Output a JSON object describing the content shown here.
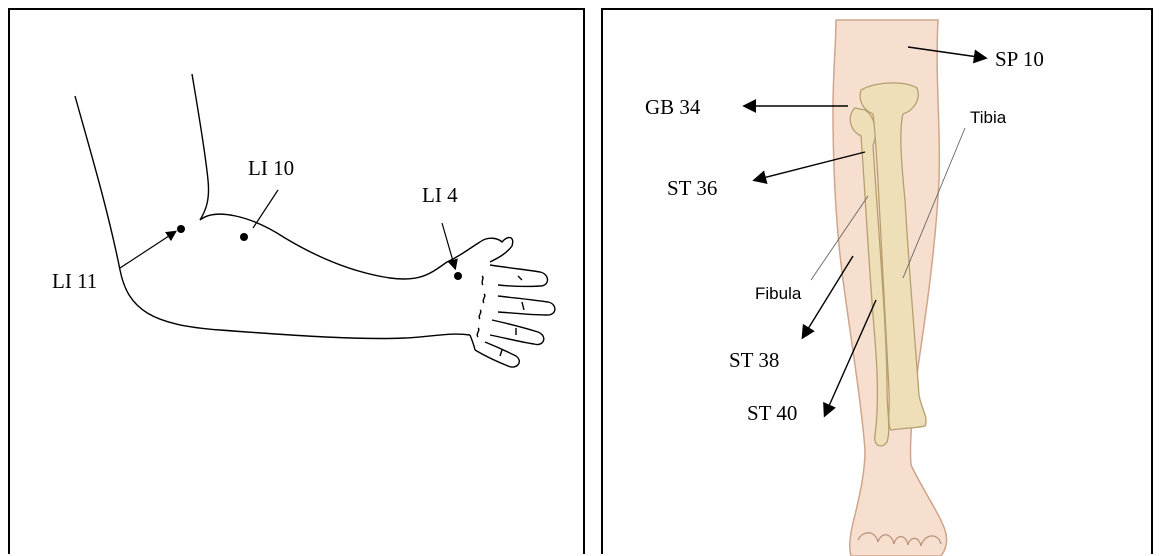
{
  "arm_panel": {
    "points": {
      "li11": "LI 11",
      "li10": "LI 10",
      "li4": "LI 4"
    }
  },
  "leg_panel": {
    "points": {
      "sp10": "SP 10",
      "gb34": "GB 34",
      "st36": "ST 36",
      "st38": "ST 38",
      "st40": "ST 40"
    },
    "bones": {
      "tibia": "Tibia",
      "fibula": "Fibula"
    }
  },
  "colors": {
    "skin": "#f7dfcf",
    "skin_outline": "#cfa58c",
    "bone": "#eedfb9",
    "bone_outline": "#b69e6e",
    "ink": "#000000"
  }
}
